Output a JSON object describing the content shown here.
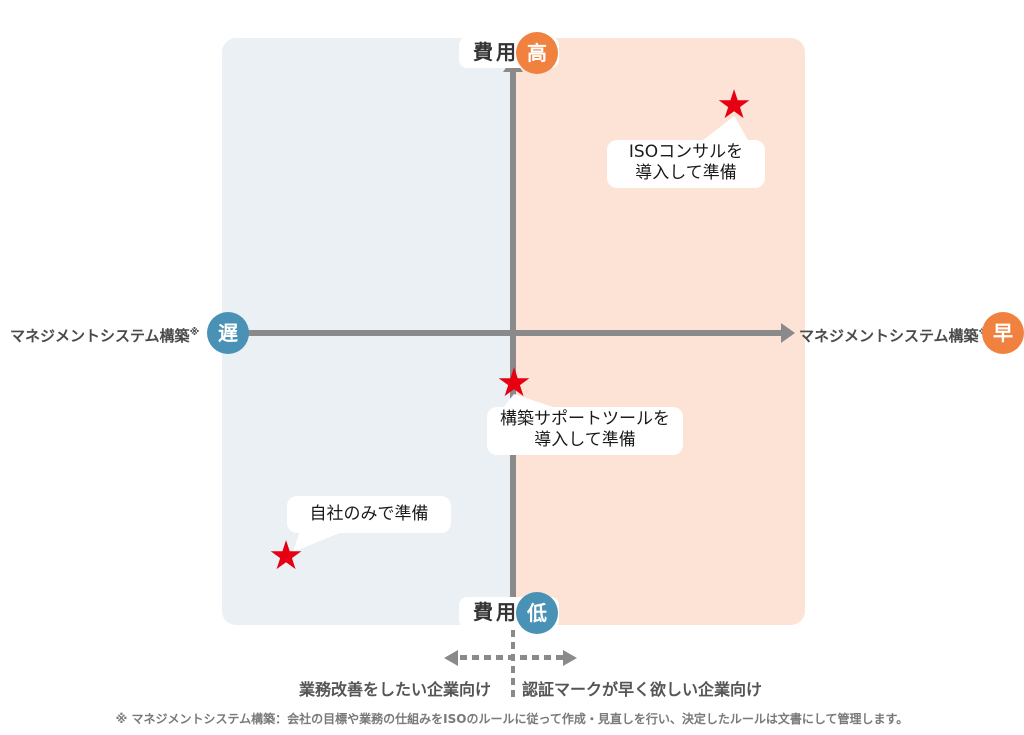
{
  "colors": {
    "left_quadrant_bg": "#eaf0f3",
    "right_quadrant_bg": "#fce3d6",
    "axis_gray": "#8a8a8a",
    "badge_blue": "#4a92b5",
    "badge_orange": "#f0813e",
    "star_red": "#e60012"
  },
  "axes": {
    "y_label": "費用",
    "y_high_badge": "高",
    "y_low_badge": "低",
    "x_label": "マネジメントシステム構築",
    "x_label_note_mark": "※",
    "x_slow_badge": "遅",
    "x_fast_badge": "早"
  },
  "points": [
    {
      "marker": "★",
      "label_line1": "ISOコンサルを",
      "label_line2": "導入して準備",
      "position": "cost-high / build-fast quadrant"
    },
    {
      "marker": "★",
      "label_line1": "構築サポートツールを",
      "label_line2": "導入して準備",
      "position": "center, slightly below cost axis midpoint"
    },
    {
      "marker": "★",
      "label_line1": "自社のみで準備",
      "label_line2": "",
      "position": "cost-low / build-slow quadrant"
    }
  ],
  "bottom": {
    "segment_left": "業務改善をしたい企業向け",
    "segment_right": "認証マークが早く欲しい企業向け",
    "footnote": "※ マネジメントシステム構築：会社の目標や業務の仕組みをISOのルールに従って作成・見直しを行い、決定したルールは文書にして管理します。"
  }
}
